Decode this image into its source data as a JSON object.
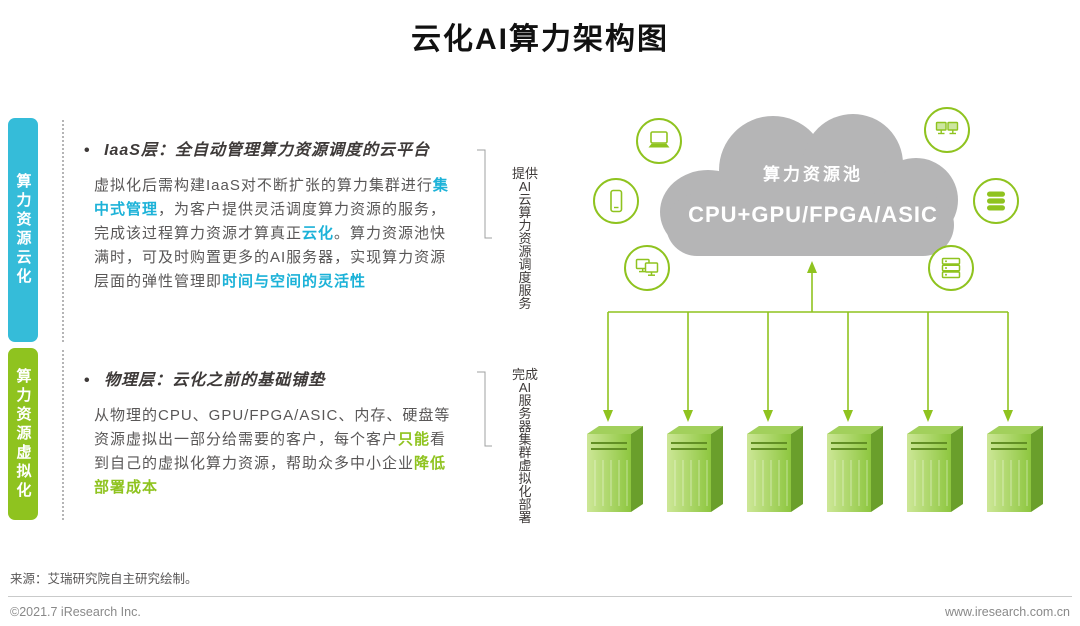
{
  "title": "云化AI算力架构图",
  "colors": {
    "cyan": "#35bcd9",
    "green": "#8fc31f",
    "cloud_gray": "#b5b5b6"
  },
  "left_labels": {
    "cloudification": "算力资源云化",
    "virtualization": "算力资源虚拟化"
  },
  "sections": {
    "iaas": {
      "bullet": "•",
      "header": "IaaS层：全自动管理算力资源调度的云平台",
      "body": [
        {
          "t": "虚拟化后需构建IaaS对不断扩张的算力集群进行"
        },
        {
          "t": "集中式管理",
          "hl": true
        },
        {
          "t": "，为客户提供灵活调度算力资源的服务，完成该过程算力资源才算真正"
        },
        {
          "t": "云化",
          "hl": true
        },
        {
          "t": "。算力资源池快满时，可及时购置更多的AI服务器，实现算力资源层面的弹性管理即"
        },
        {
          "t": "时间与空间的灵活性",
          "hl": true
        }
      ],
      "side_label": "提供\nAI\n云\n算\n力\n资\n源\n调\n度\n服\n务"
    },
    "physical": {
      "bullet": "•",
      "header": "物理层：云化之前的基础铺垫",
      "body": [
        {
          "t": "从物理的CPU、GPU/FPGA/ASIC、内存、硬盘等资源虚拟出一部分给需要的客户，每个客户"
        },
        {
          "t": "只能",
          "hl": true
        },
        {
          "t": "看到自己的虚拟化算力资源，帮助众多中小企业"
        },
        {
          "t": "降低部署成本",
          "hl": true
        }
      ],
      "side_label": "完成\nAI\n服\n务\n器\n集\n群\n虚\n拟\n化\n部\n署"
    }
  },
  "cloud": {
    "title": "算力资源池",
    "subtitle": "CPU+GPU/FPGA/ASIC"
  },
  "icons": {
    "around_cloud": [
      "laptop-icon",
      "smartphone-icon",
      "desktop-computers-icon",
      "network-monitors-icon",
      "database-icon",
      "server-rack-icon"
    ],
    "bottom_row": "ai-server-tower-icon x6"
  },
  "footer": {
    "source": "来源：艾瑞研究院自主研究绘制。",
    "copyright": "©2021.7 iResearch Inc.",
    "website": "www.iresearch.com.cn"
  }
}
